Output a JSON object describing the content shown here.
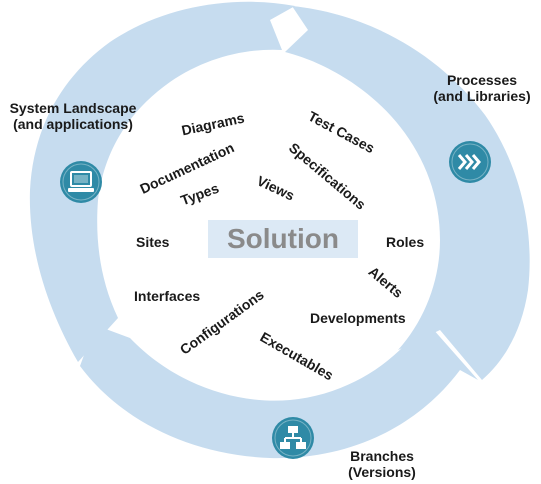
{
  "center": {
    "label": "Solution"
  },
  "cycle": [
    {
      "id": "system",
      "lines": [
        "System Landscape",
        "(and applications)"
      ],
      "icon": "computer-monitor-icon"
    },
    {
      "id": "processes",
      "lines": [
        "Processes",
        "(and Libraries)"
      ],
      "icon": "forward-chevrons-icon"
    },
    {
      "id": "branches",
      "lines": [
        "Branches",
        "(Versions)"
      ],
      "icon": "hierarchy-tree-icon"
    }
  ],
  "items": [
    "Diagrams",
    "Test Cases",
    "Documentation",
    "Types",
    "Specifications",
    "Views",
    "Sites",
    "Roles",
    "Alerts",
    "Interfaces",
    "Configurations",
    "Developments",
    "Executables"
  ],
  "colors": {
    "ring": "#c6dcef",
    "icon_badge": "#2f8aa6",
    "center_box": "#dce9f5",
    "center_text": "#8a8a8a"
  }
}
